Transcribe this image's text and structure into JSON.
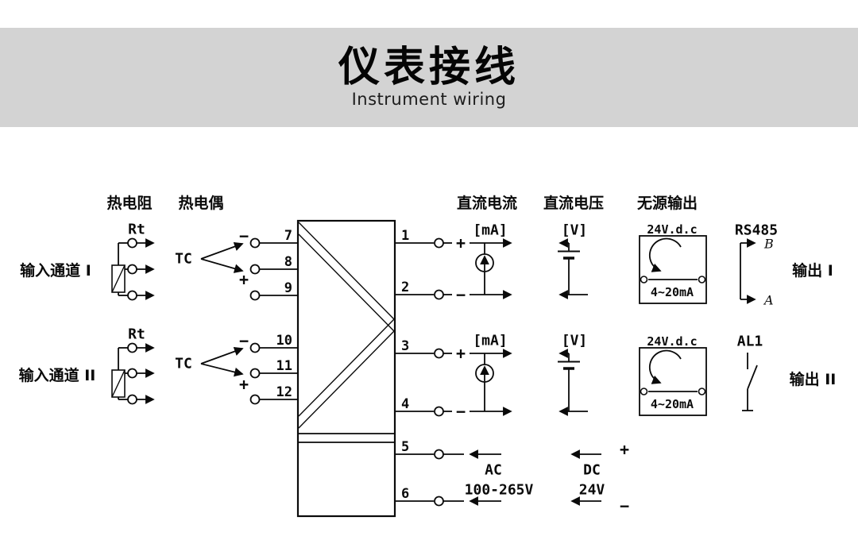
{
  "header": {
    "title": "仪表接线",
    "subtitle": "Instrument wiring"
  },
  "section_labels": {
    "rtd": "热电阻",
    "thermocouple": "热电偶",
    "dc_current": "直流电流",
    "dc_voltage": "直流电压",
    "passive_output": "无源输出",
    "input_channel_1": "输入通道 I",
    "input_channel_2": "输入通道 II",
    "output_1": "输出 I",
    "output_2": "输出 II"
  },
  "sensors": {
    "rt_1": "Rt",
    "tc_1": "TC",
    "tc_1_minus": "−",
    "tc_1_plus": "+",
    "rt_2": "Rt",
    "tc_2": "TC",
    "tc_2_minus": "−",
    "tc_2_plus": "+"
  },
  "terminals": {
    "left": [
      "7",
      "8",
      "9",
      "10",
      "11",
      "12"
    ],
    "right": [
      "1",
      "2",
      "3",
      "4",
      "5",
      "6"
    ]
  },
  "outputs": {
    "ma_1": {
      "label": "[mA]",
      "plus": "+",
      "minus": "−"
    },
    "ma_2": {
      "label": "[mA]",
      "plus": "+",
      "minus": "−"
    },
    "v_1_label": "[V]",
    "v_2_label": "[V]",
    "passive_1": {
      "supply": "24V.d.c",
      "loop": "4~20mA"
    },
    "passive_2": {
      "supply": "24V.d.c",
      "loop": "4~20mA"
    },
    "rs485": {
      "label": "RS485",
      "line_b": "B",
      "line_a": "A"
    },
    "al1_label": "AL1"
  },
  "power": {
    "ac_label": "AC",
    "ac_range": "100-265V",
    "dc_label": "DC",
    "dc_value": "24V",
    "plus": "+",
    "minus": "−"
  },
  "colors": {
    "header_band": "#d3d3d3",
    "ink": "#0a0a0a",
    "background": "#ffffff"
  }
}
